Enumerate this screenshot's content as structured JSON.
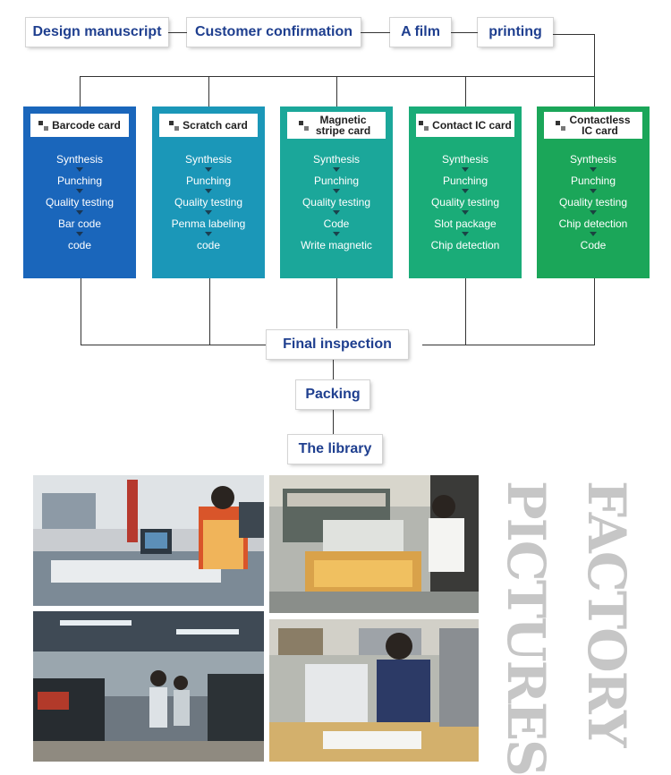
{
  "top_flow": [
    "Design manuscript",
    "Customer confirmation",
    "A film",
    "printing"
  ],
  "cards": [
    {
      "title": "Barcode card",
      "color": "#1a66bb",
      "steps": [
        "Synthesis",
        "Punching",
        "Quality testing",
        "Bar code",
        "code"
      ]
    },
    {
      "title": "Scratch card",
      "color": "#1b97b8",
      "steps": [
        "Synthesis",
        "Punching",
        "Quality testing",
        "Penma labeling",
        "code"
      ]
    },
    {
      "title": "Magnetic stripe card",
      "color": "#1ba79a",
      "steps": [
        "Synthesis",
        "Punching",
        "Quality testing",
        "Code",
        "Write magnetic"
      ]
    },
    {
      "title": "Contact IC card",
      "color": "#1aac78",
      "steps": [
        "Synthesis",
        "Punching",
        "Quality testing",
        "Slot package",
        "Chip detection"
      ]
    },
    {
      "title": "Contactless IC card",
      "color": "#1ba659",
      "steps": [
        "Synthesis",
        "Punching",
        "Quality testing",
        "Chip detection",
        "Code"
      ]
    }
  ],
  "bottom_flow": [
    "Final inspection",
    "Packing",
    "The library"
  ],
  "side_words": [
    "PICTURES",
    "FACTORY"
  ]
}
